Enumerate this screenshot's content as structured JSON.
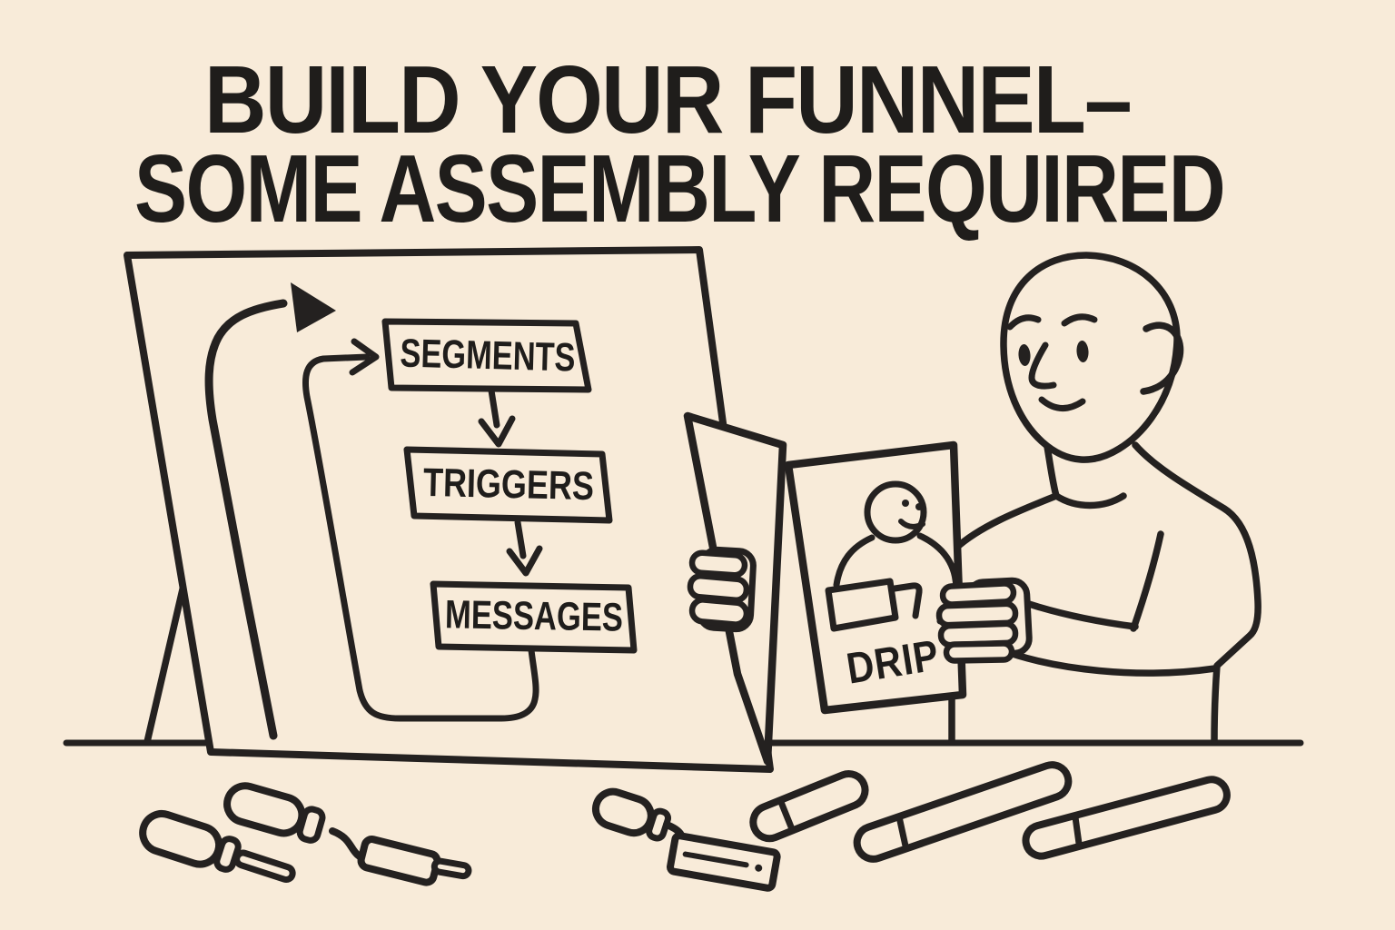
{
  "colors": {
    "background": "#f8ebd9",
    "line": "#242120",
    "text": "#1f1d1b"
  },
  "title": {
    "line1": "BUILD YOUR FUNNEL–",
    "line2": "SOME ASSEMBLY REQUIRED"
  },
  "flowchart": {
    "steps": [
      "SEGMENTS",
      "TRIGGERS",
      "MESSAGES"
    ]
  },
  "manual": {
    "title": "DRIP"
  }
}
